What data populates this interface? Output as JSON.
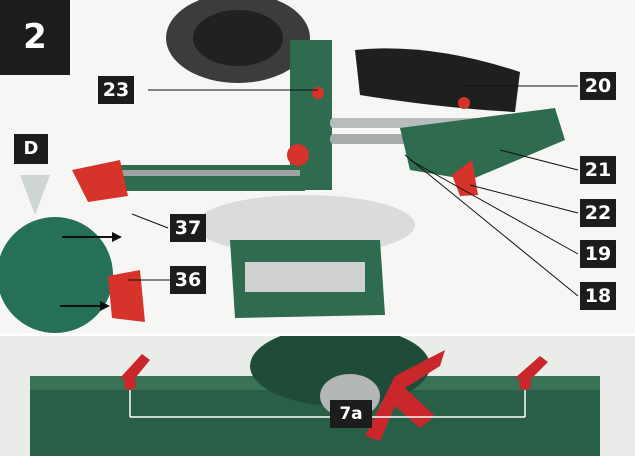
{
  "figure": {
    "number": "2"
  },
  "detail": {
    "label": "D"
  },
  "callouts": {
    "c23": "23",
    "c20": "20",
    "c21": "21",
    "c22": "22",
    "c19": "19",
    "c18": "18",
    "c37": "37",
    "c36": "36",
    "c7a": "7a"
  },
  "colors": {
    "machine_green": "#2f6b4f",
    "handle_red": "#d6332b",
    "label_black": "#1c1c1c"
  }
}
